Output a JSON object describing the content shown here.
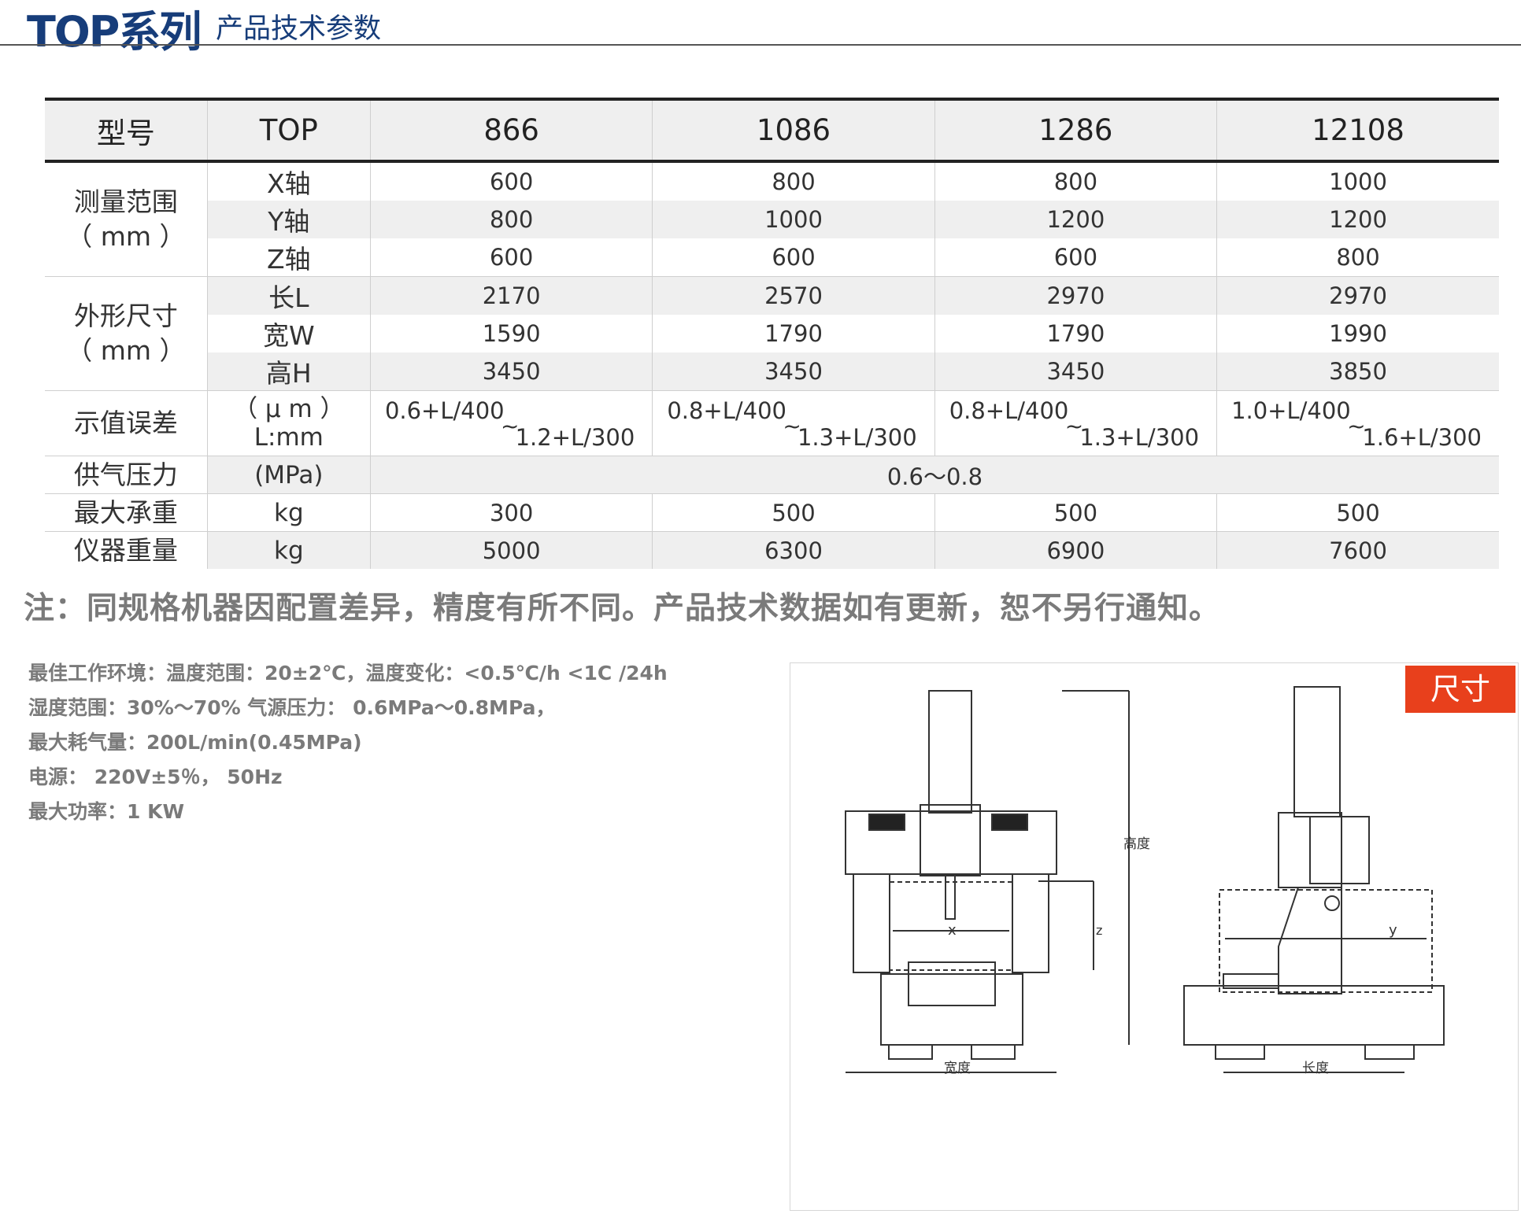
{
  "header": {
    "title": "TOP系列",
    "subtitle": "产品技术参数"
  },
  "table": {
    "header": {
      "c0": "型号",
      "c1": "TOP",
      "models": [
        "866",
        "1086",
        "1286",
        "12108"
      ]
    },
    "range": {
      "label": "测量范围",
      "unit": "（ mm ）",
      "rows": [
        {
          "axis": "X轴",
          "values": [
            "600",
            "800",
            "800",
            "1000"
          ]
        },
        {
          "axis": "Y轴",
          "values": [
            "800",
            "1000",
            "1200",
            "1200"
          ]
        },
        {
          "axis": "Z轴",
          "values": [
            "600",
            "600",
            "600",
            "800"
          ]
        }
      ]
    },
    "dims": {
      "label": "外形尺寸",
      "unit": "（ mm ）",
      "rows": [
        {
          "axis": "长L",
          "values": [
            "2170",
            "2570",
            "2970",
            "2970"
          ]
        },
        {
          "axis": "宽W",
          "values": [
            "1590",
            "1790",
            "1790",
            "1990"
          ]
        },
        {
          "axis": "高H",
          "values": [
            "3450",
            "3450",
            "3450",
            "3850"
          ]
        }
      ]
    },
    "accuracy": {
      "label": "示值误差",
      "unit1": "（ μ m ）",
      "unit2": "L:mm",
      "values": [
        {
          "a": "0.6+L/400",
          "tilde": "~",
          "b": "1.2+L/300"
        },
        {
          "a": "0.8+L/400",
          "tilde": "~",
          "b": "1.3+L/300"
        },
        {
          "a": "0.8+L/400",
          "tilde": "~",
          "b": "1.3+L/300"
        },
        {
          "a": "1.0+L/400",
          "tilde": "~",
          "b": "1.6+L/300"
        }
      ]
    },
    "air": {
      "label": "供气压力",
      "unit": "(MPa)",
      "value": "0.6～0.8"
    },
    "load": {
      "label": "最大承重",
      "unit": "kg",
      "values": [
        "300",
        "500",
        "500",
        "500"
      ]
    },
    "weight": {
      "label": "仪器重量",
      "unit": "kg",
      "values": [
        "5000",
        "6300",
        "6900",
        "7600"
      ]
    }
  },
  "note": "注：同规格机器因配置差异，精度有所不同。产品技术数据如有更新，恕不另行通知。",
  "environment": [
    "最佳工作环境：温度范围：20±2℃，温度变化：<0.5℃/h    <1C /24h",
    "湿度范围：30%～70% 气源压力： 0.6MPa～0.8MPa，",
    "最大耗气量：200L/min(0.45MPa)",
    "电源： 220V±5％， 50Hz",
    "最大功率：1 KW"
  ],
  "drawing": {
    "badge": "尺寸",
    "labels": {
      "height": "高度",
      "z": "z",
      "x": "x",
      "width": "宽度",
      "y": "y",
      "length": "长度"
    }
  }
}
